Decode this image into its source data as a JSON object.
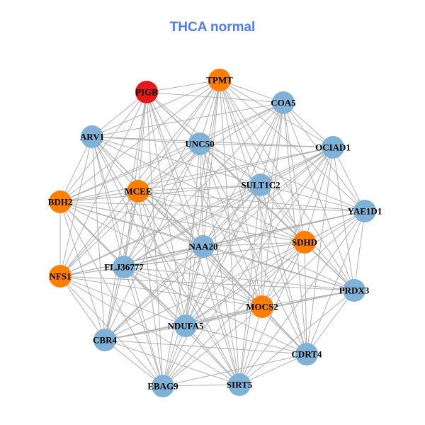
{
  "title": "THCA normal",
  "colors": {
    "blue": "#7fb2d6",
    "orange": "#ff7f00",
    "red": "#e31a1c",
    "edge": "#b0b0b0",
    "title": "#4f7cf0"
  },
  "nodes": [
    {
      "name": "PIGB",
      "color": "red"
    },
    {
      "name": "TPMT",
      "color": "orange"
    },
    {
      "name": "COA5",
      "color": "blue"
    },
    {
      "name": "ARV1",
      "color": "blue"
    },
    {
      "name": "UNC50",
      "color": "blue"
    },
    {
      "name": "OCIAD1",
      "color": "blue"
    },
    {
      "name": "MCEE",
      "color": "orange"
    },
    {
      "name": "SULT1C2",
      "color": "blue"
    },
    {
      "name": "BDH2",
      "color": "orange"
    },
    {
      "name": "YAE1D1",
      "color": "blue"
    },
    {
      "name": "SDHD",
      "color": "orange"
    },
    {
      "name": "NAA20",
      "color": "blue"
    },
    {
      "name": "NFS1",
      "color": "orange"
    },
    {
      "name": "FLJ36777",
      "color": "blue"
    },
    {
      "name": "PRDX3",
      "color": "blue"
    },
    {
      "name": "MOCS2",
      "color": "orange"
    },
    {
      "name": "NDUFA5",
      "color": "blue"
    },
    {
      "name": "CBR4",
      "color": "blue"
    },
    {
      "name": "CDRT4",
      "color": "blue"
    },
    {
      "name": "EBAG9",
      "color": "blue"
    },
    {
      "name": "SIRT5",
      "color": "blue"
    }
  ],
  "adjacency": {
    "0": [
      1,
      2,
      3,
      4,
      6,
      7,
      8,
      10,
      11,
      12,
      13,
      15,
      16,
      17,
      19,
      20
    ],
    "1": [
      2,
      3,
      4,
      5,
      6,
      7,
      8,
      9,
      10,
      11,
      12,
      13,
      14,
      15,
      16,
      18,
      19,
      20
    ],
    "2": [
      3,
      4,
      5,
      6,
      7,
      8,
      9,
      10,
      11,
      13,
      14,
      15,
      16,
      18,
      20
    ],
    "3": [
      4,
      5,
      6,
      7,
      8,
      10,
      11,
      12,
      13,
      15,
      16,
      17,
      19,
      20
    ],
    "4": [
      5,
      6,
      7,
      8,
      9,
      10,
      11,
      12,
      13,
      14,
      15,
      16,
      17,
      18,
      20
    ],
    "5": [
      6,
      7,
      8,
      9,
      10,
      11,
      12,
      13,
      14,
      15,
      16,
      17,
      18,
      19
    ],
    "6": [
      7,
      8,
      9,
      10,
      11,
      12,
      13,
      14,
      15,
      16,
      17,
      18,
      19,
      20
    ],
    "7": [
      8,
      9,
      10,
      11,
      12,
      13,
      14,
      15,
      16,
      17,
      18,
      19,
      20
    ],
    "8": [
      9,
      10,
      11,
      12,
      13,
      14,
      15,
      16,
      17,
      19,
      20
    ],
    "9": [
      10,
      11,
      12,
      13,
      14,
      15,
      16,
      18,
      20
    ],
    "10": [
      11,
      12,
      13,
      14,
      15,
      16,
      17,
      18,
      19,
      20
    ],
    "11": [
      12,
      13,
      14,
      15,
      16,
      17,
      18,
      19,
      20
    ],
    "12": [
      13,
      14,
      15,
      16,
      17,
      19,
      20
    ],
    "13": [
      14,
      15,
      16,
      17,
      18,
      19,
      20
    ],
    "14": [
      15,
      16,
      17,
      18,
      20
    ],
    "15": [
      16,
      17,
      18,
      19,
      20
    ],
    "16": [
      17,
      18,
      19,
      20
    ],
    "17": [
      18,
      19,
      20
    ],
    "18": [
      19,
      20
    ],
    "19": [
      20
    ]
  }
}
